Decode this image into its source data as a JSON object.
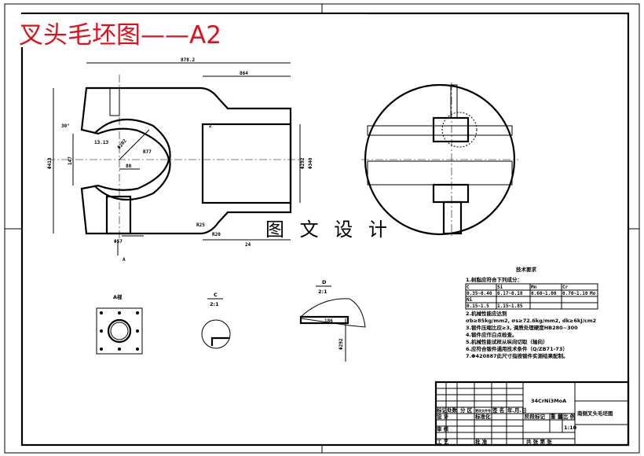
{
  "title": "叉头毛坯图——A2",
  "watermark": "图 文 设 计",
  "main_view": {
    "dims": {
      "overall_length": "878.2",
      "right_length": "864",
      "height": "Φ413",
      "opening": "147",
      "lip": "13.13",
      "angle": "30°",
      "sphere": "Φ202",
      "radius": "R77",
      "offset": "80",
      "bore_inner": "Φ292",
      "bore_outer": "Φ340",
      "chamfer": "2",
      "hole": "Φ57",
      "fillet1": "R25",
      "fillet2": "R20",
      "bottom_len": "24",
      "view_arrow": "A"
    }
  },
  "views": {
    "a_view_label": "A视",
    "c_label": "C",
    "c_scale": "2:1",
    "d_label": "D",
    "d_scale": "2:1",
    "d_dim1": "186",
    "d_dim2": "Φ292"
  },
  "tech_req": {
    "heading": "技术要求",
    "item1": "1.树脂应符合下列成分：",
    "table": [
      [
        "C",
        "Si",
        "Mn",
        "Cr",
        ""
      ],
      [
        "0.35~0.40",
        "0.17~0.18",
        "0.60~1.00",
        "0.70~1.10",
        "Mo"
      ],
      [
        "Ni",
        "",
        "",
        "",
        ""
      ],
      [
        "0.15~1.5",
        "1.15~1.85",
        "",
        "",
        ""
      ]
    ],
    "lines": [
      "2.机械性能应达到",
      "σb≥85kg/mm2, σs≥72.6kg/mm2, dk≥6kJ/cm2",
      "3.锻件压缩比应≥3, 调质处理硬度HB280~300",
      "4.锻件应作白点检查。",
      "5.机械性能试样从纵向切取（轴向）",
      "6.应符合锻件通用技术条件（Q/ZB71-73）",
      "7.Φ420887此尺寸指按锻件实测结果配制。"
    ]
  },
  "title_block": {
    "material": "34CrNi3MoA",
    "drawing_name": "南侧叉头毛坯图",
    "labels": [
      "标记",
      "处数",
      "分 区",
      "更改文件号",
      "签 名",
      "年.月.日"
    ],
    "design": "设 计",
    "standard": "标准化",
    "stage_mark": "阶段标记",
    "weight": "重 量",
    "scale": "比 例",
    "scale_value": "1:10",
    "review": "审 核",
    "process": "工 艺",
    "approve": "批 准",
    "sheets": "共  张  第  张"
  }
}
